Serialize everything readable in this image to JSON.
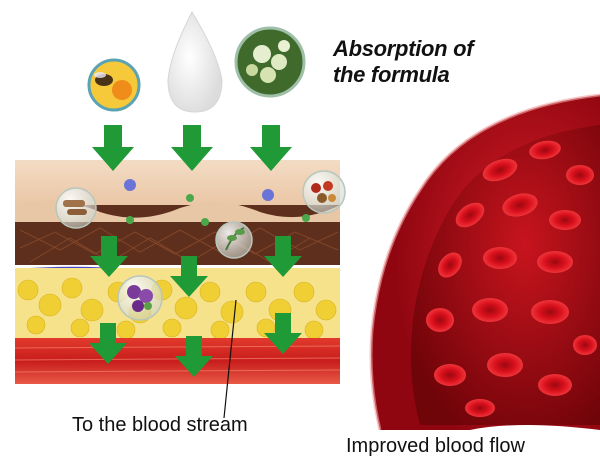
{
  "title": {
    "line1": "Absorption of",
    "line2": "the formula"
  },
  "labels": {
    "bloodstream": "To the blood stream",
    "bloodflow": "Improved blood flow"
  },
  "ingredients": [
    "bee-pollen-icon",
    "milk-drop-icon",
    "herb-flower-icon",
    "dried-root-icon",
    "plant-sprig-icon",
    "purple-flower-icon",
    "dried-fruit-icon"
  ],
  "colors": {
    "arrow": "#1f9a37",
    "blood": "#c8101c",
    "fat": "#f1d64a",
    "tissue": "#5a3020",
    "skin": "#f0d3b8"
  }
}
